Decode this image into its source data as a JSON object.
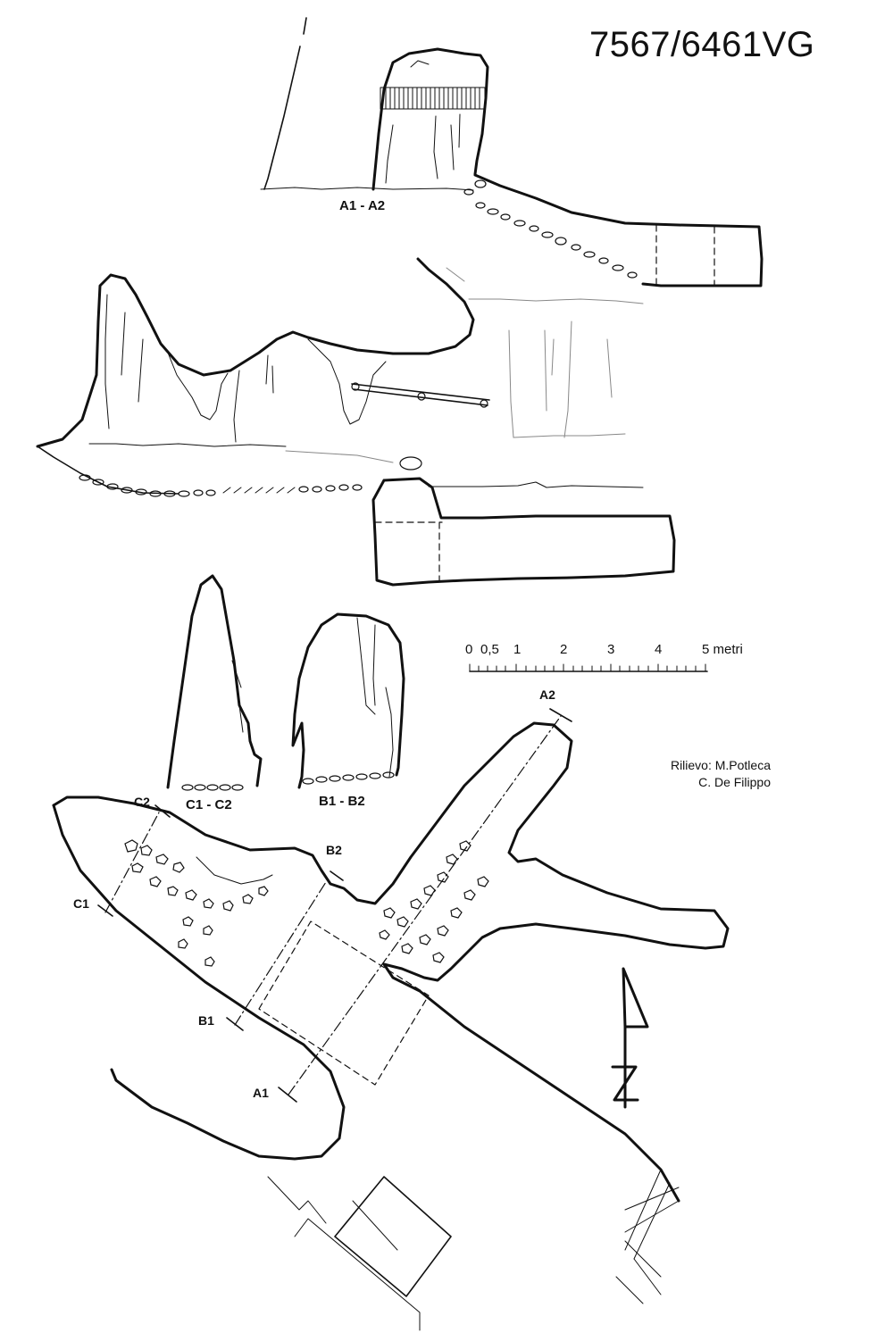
{
  "cave_id": "7567/6461VG",
  "sections": {
    "a1_a2": "A1 - A2",
    "c1_c2": "C1 - C2",
    "b1_b2": "B1 - B2"
  },
  "section_points": {
    "a1": "A1",
    "a2": "A2",
    "b1": "B1",
    "b2": "B2",
    "c1": "C1",
    "c2": "C2"
  },
  "scale_bar": {
    "ticks": [
      "0",
      "0,5",
      "1",
      "2",
      "3",
      "4",
      "5 metri"
    ]
  },
  "credits": {
    "line1": "Rilievo: M.Potleca",
    "line2": "C. De Filippo"
  },
  "north_arrow_label": "N"
}
